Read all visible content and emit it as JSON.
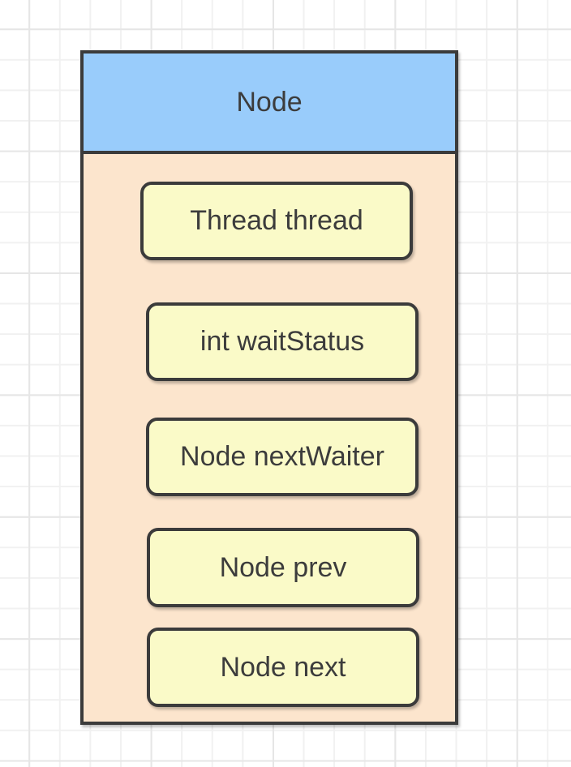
{
  "node": {
    "title": "Node",
    "fields": [
      "Thread thread",
      "int waitStatus",
      "Node nextWaiter",
      "Node prev",
      "Node next"
    ]
  },
  "colors": {
    "header_fill": "#99ccfb",
    "body_fill": "#fce5cd",
    "field_fill": "#fafac8",
    "stroke": "#3b3b3b",
    "text": "#3c3c3c",
    "grid_minor": "#f1f1f1",
    "grid_major": "#e6e6e6",
    "canvas_bg": "#ffffff"
  }
}
